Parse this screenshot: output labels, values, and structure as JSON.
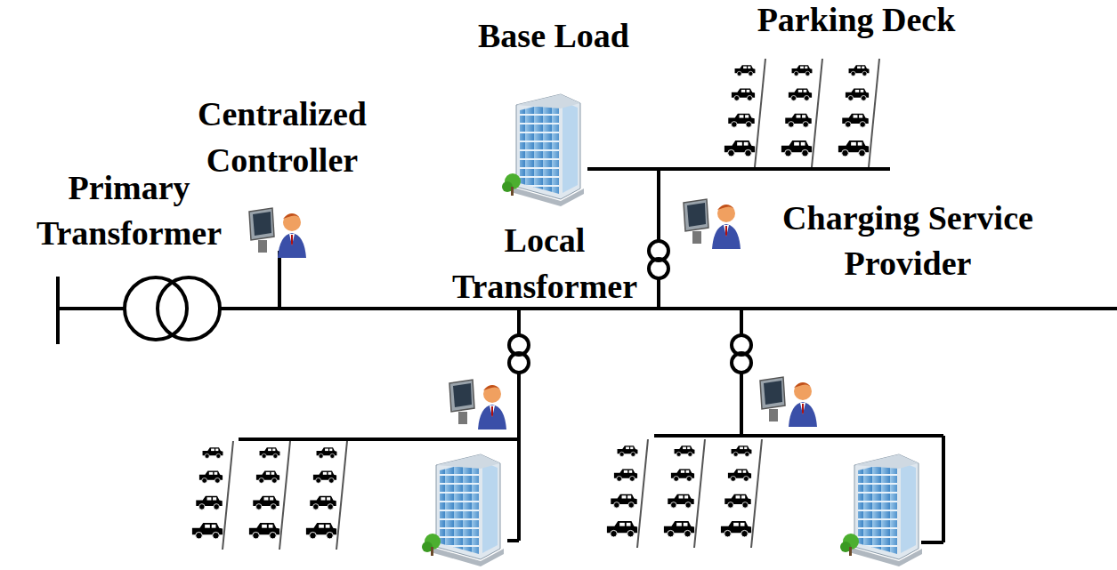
{
  "diagram": {
    "labels": [
      "Base Load",
      "Parking Deck",
      "Centralized Controller",
      "Primary Transformer",
      "Local Transformer",
      "Charging Service Provider"
    ]
  }
}
